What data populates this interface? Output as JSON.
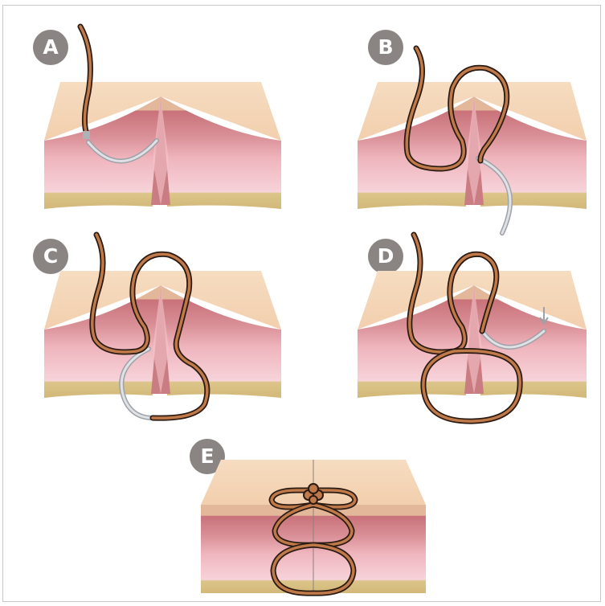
{
  "panels": [
    {
      "id": "A",
      "label": "A"
    },
    {
      "id": "B",
      "label": "B"
    },
    {
      "id": "C",
      "label": "C"
    },
    {
      "id": "D",
      "label": "D"
    },
    {
      "id": "E",
      "label": "E"
    }
  ],
  "colors": {
    "skin_top": "#f4d5b6",
    "epidermis": "#e3b79a",
    "dermis_upper": "#d58a8e",
    "dermis_mid": "#e9a6ae",
    "dermis_light": "#f6cdd4",
    "wound_gap": "#c97c82",
    "fat_layer": "#dcc58a",
    "suture_fill": "#c07a4a",
    "suture_outline": "#2a1a12",
    "needle": "#c9ccd1",
    "badge": "#8a8583"
  }
}
